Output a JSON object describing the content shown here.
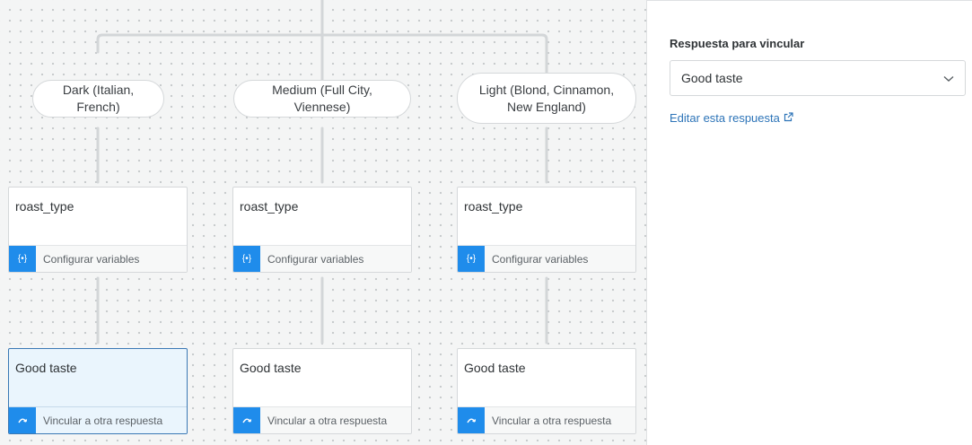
{
  "canvas": {
    "branches": [
      {
        "label": "Dark (Italian, French)"
      },
      {
        "label": "Medium (Full City, Viennese)"
      },
      {
        "label": "Light (Blond, Cinnamon, New England)"
      }
    ],
    "variable_cards": [
      {
        "title": "roast_type",
        "footer": "Configurar variables",
        "icon": "variables-icon"
      },
      {
        "title": "roast_type",
        "footer": "Configurar variables",
        "icon": "variables-icon"
      },
      {
        "title": "roast_type",
        "footer": "Configurar variables",
        "icon": "variables-icon"
      }
    ],
    "response_cards": [
      {
        "title": "Good taste",
        "footer": "Vincular a otra respuesta",
        "icon": "link-jump-icon",
        "selected": true
      },
      {
        "title": "Good taste",
        "footer": "Vincular a otra respuesta",
        "icon": "link-jump-icon",
        "selected": false
      },
      {
        "title": "Good taste",
        "footer": "Vincular a otra respuesta",
        "icon": "link-jump-icon",
        "selected": false
      }
    ]
  },
  "panel": {
    "label": "Respuesta para vincular",
    "select_value": "Good taste",
    "edit_link": "Editar esta respuesta"
  },
  "colors": {
    "accent": "#1f8ceb",
    "link": "#2d74b8",
    "selected_border": "#3a78b4",
    "selected_bg": "#eaf5fd"
  }
}
